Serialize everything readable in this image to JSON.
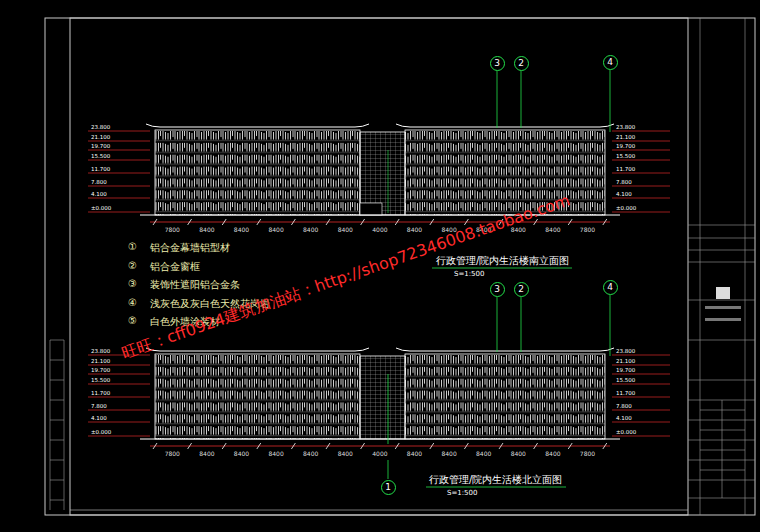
{
  "diagram": {
    "nodes": [
      {
        "text": [
          "3"
        ]
      },
      {
        "text": [
          "2"
        ]
      },
      {
        "text": [
          "4"
        ]
      },
      {
        "text": [
          "3"
        ]
      },
      {
        "text": [
          "2"
        ]
      },
      {
        "text": [
          "4"
        ]
      },
      {
        "text": [
          "1"
        ]
      }
    ],
    "labels": [
      "①",
      "②",
      "③",
      "④",
      "⑤",
      "行政管理/院内生活楼南立面图",
      "S=1:500",
      "行政管理/院内生活楼北立面图",
      "S=1:500",
      "旺旺：cff0924建筑加油站：http://shop72346008.taobao.com",
      "23.800",
      "21.100",
      "19.700",
      "15.500",
      "11.700",
      "7.800",
      "4.100",
      "±0.000",
      "23.800",
      "21.100",
      "19.700",
      "15.500",
      "11.700",
      "7.800",
      "4.100",
      "±0.000",
      "23.800",
      "21.100",
      "19.700",
      "15.500",
      "11.700",
      "7.800",
      "4.100",
      "±0.000",
      "23.800",
      "21.100",
      "19.700",
      "15.500",
      "11.700",
      "7.800",
      "4.100",
      "±0.000",
      "7800",
      "8400",
      "8400",
      "8400",
      "8400",
      "8400",
      "4000",
      "8400",
      "8400",
      "8400",
      "8400",
      "8400",
      "7800",
      "7800",
      "8400",
      "8400",
      "8400",
      "8400",
      "8400",
      "4000",
      "8400",
      "8400",
      "8400",
      "8400",
      "8400",
      "7800"
    ],
    "legend": [
      {
        "text": "铝合金幕墙铝型材"
      },
      {
        "text": "铝合金窗框"
      },
      {
        "text": "装饰性遮阳铝合金条"
      },
      {
        "text": "浅灰色及灰白色天然花岗岩"
      },
      {
        "text": "白色外墙涂装材"
      }
    ]
  }
}
